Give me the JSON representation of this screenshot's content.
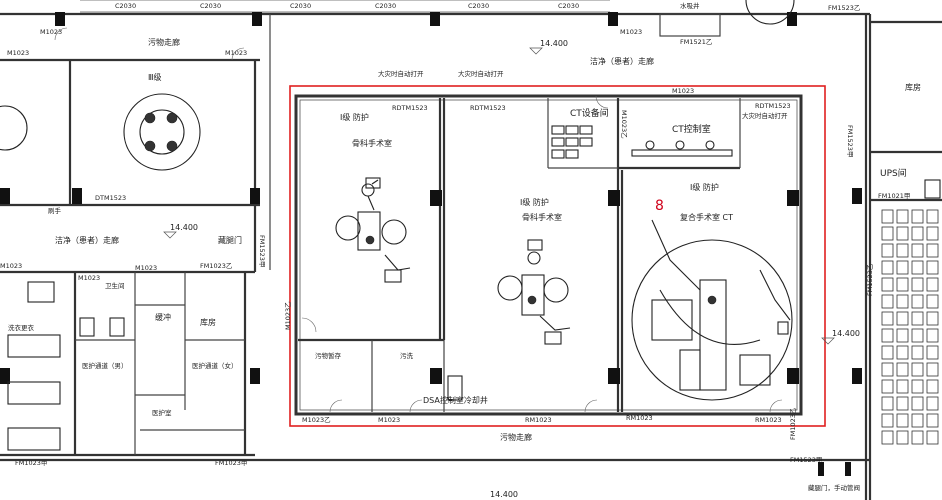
{
  "plan": {
    "top_window_labels": [
      "C2030",
      "C2030",
      "C2030",
      "C2030",
      "C2030",
      "C2030"
    ],
    "top_right_room": "水吸井",
    "corridor_top_left": "污物走廊",
    "corridor_top_mid": "洁净（患者）走廊",
    "corridor_left_mid": "洁净（患者）走廊",
    "corridor_bottom": "污物走廊",
    "room_iii": "Ⅲ级",
    "room_kufang_right": "库房",
    "room_ups": "UPS间",
    "room_hand_wash": "刷手",
    "room_changing": "洗衣更衣",
    "room_staff_corridor_m": "医护通道（男）",
    "room_staff_corridor_f": "医护通道（女）",
    "room_buffer": "缓冲",
    "room_storage_left": "库房",
    "room_toilet": "卫生间",
    "room_nurse": "医护室",
    "room_fire_door": "藏腿门",
    "fire_door_bottom": "藏腿门，手动管阀",
    "room1_grade": "Ⅰ级  防护",
    "room1_name": "骨科手术室",
    "room2_grade": "Ⅰ级  防护",
    "room2_name": "骨科手术室",
    "room3_grade": "Ⅰ级  防护",
    "room3_name": "复合手术室 CT",
    "room3_number": "8",
    "ct_equipment_room": "CT设备间",
    "ct_control_room": "CT控制室",
    "dirty_temp": "污物暂存",
    "dirty_wash": "污洗",
    "dsa_label": "DSA控制室冷却井",
    "fire_labels": [
      "大灾时自动打开",
      "大灾时自动打开"
    ],
    "rdtm_labels": [
      "RDTM1523",
      "RDTM1523",
      "RDTM1523"
    ],
    "door_codes": [
      "M1023",
      "M1023",
      "M1023",
      "M1023",
      "M1023",
      "M1023",
      "FM1023乙",
      "FM1023乙",
      "FM1023甲",
      "FM1023甲",
      "RM1023",
      "RM1023",
      "M1023乙",
      "RM1023",
      "FM1021甲",
      "FM1523甲",
      "FM1523乙",
      "FM1523乙",
      "FM1523甲",
      "DTM1523",
      "M1023乙",
      "M1023乙",
      "FM1521乙"
    ],
    "elevations": [
      "14.400",
      "14.400",
      "14.400",
      "14.400"
    ],
    "highlight_color": "#e02020"
  }
}
